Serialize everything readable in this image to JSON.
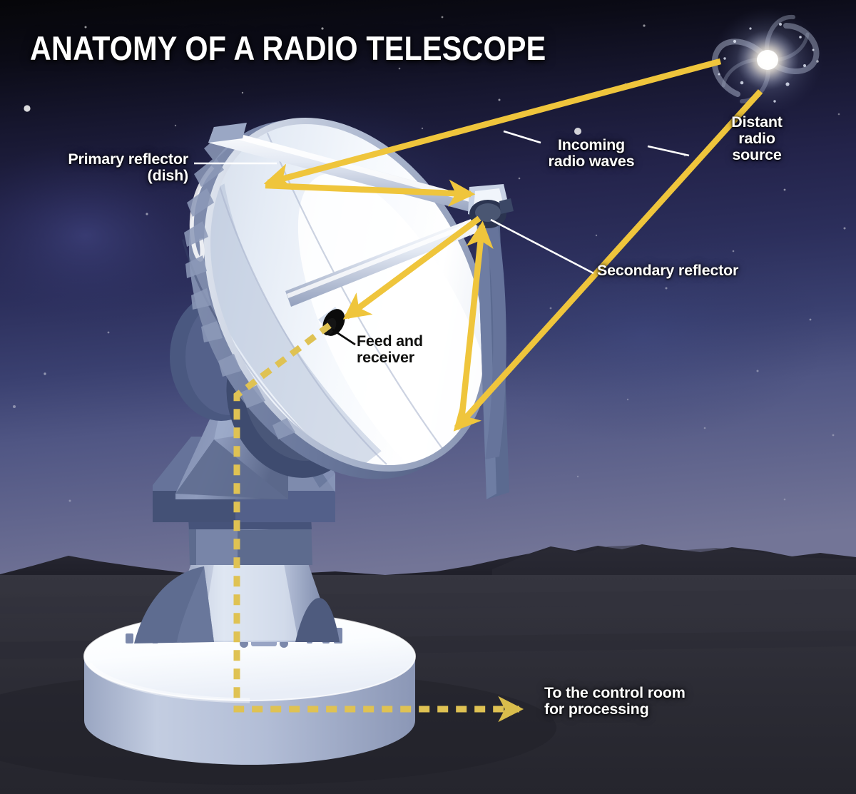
{
  "title": "ANATOMY OF A RADIO TELESCOPE",
  "labels": {
    "primary_reflector": "Primary reflector\n(dish)",
    "incoming_waves": "Incoming\nradio waves",
    "distant_source": "Distant\nradio\nsource",
    "secondary_reflector": "Secondary reflector",
    "feed_receiver": "Feed and\nreceiver",
    "control_room": "To the control room\nfor processing"
  },
  "colors": {
    "beam_gold": "#EFC53C",
    "cable_gold": "#DFC253",
    "label_white": "#FFFFFF",
    "label_dark": "#10100E",
    "leader_white": "#FFFFFF",
    "leader_black": "#000000",
    "sky_top": "#07070E",
    "sky_mid": "#232347",
    "sky_horizon": "#6E6E94",
    "mountains": "#24242C",
    "ground": "#2C2C34",
    "dish_light": "#F2F5FA",
    "dish_mid": "#B9C4D8",
    "dish_shadow": "#6E7D9C",
    "structure_dark": "#4E5C7C",
    "pad_white": "#FDFEFF",
    "galaxy_core": "#FFFFFF"
  },
  "graphics": {
    "galaxy": "spiral-galaxy",
    "telescope": "radio-telescope-dish",
    "mountains": "mountain-silhouette",
    "beams": "radio-wave-arrows",
    "cable": "dashed-signal-cable"
  },
  "annotations": {
    "beam_count": 2,
    "reflection_path": "source -> primary dish -> secondary reflector -> feed and receiver -> control room"
  }
}
